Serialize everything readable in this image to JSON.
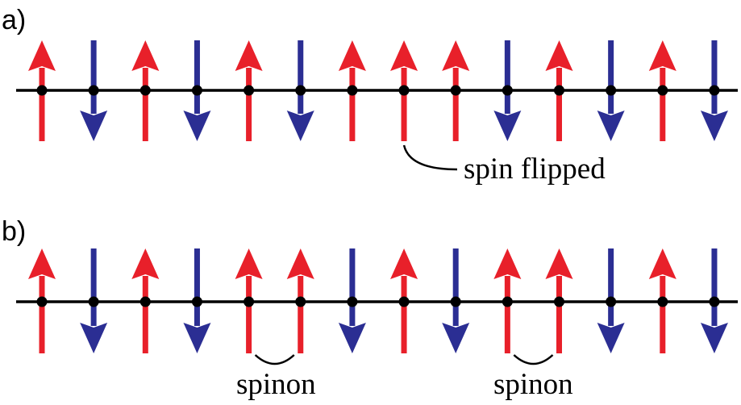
{
  "colors": {
    "up": "#E8202A",
    "down": "#2B2E93",
    "chain": "#000000"
  },
  "panels": [
    {
      "label": "a)",
      "spins": [
        "up",
        "down",
        "up",
        "down",
        "up",
        "down",
        "up",
        "up",
        "up",
        "down",
        "up",
        "down",
        "up",
        "down"
      ],
      "annotations": [
        {
          "text": "spin flipped",
          "sites": [
            7
          ]
        }
      ]
    },
    {
      "label": "b)",
      "spins": [
        "up",
        "down",
        "up",
        "down",
        "up",
        "up",
        "down",
        "up",
        "down",
        "up",
        "up",
        "down",
        "up",
        "down"
      ],
      "annotations": [
        {
          "text": "spinon",
          "sites": [
            4,
            5
          ]
        },
        {
          "text": "spinon",
          "sites": [
            9,
            10
          ]
        }
      ]
    }
  ]
}
